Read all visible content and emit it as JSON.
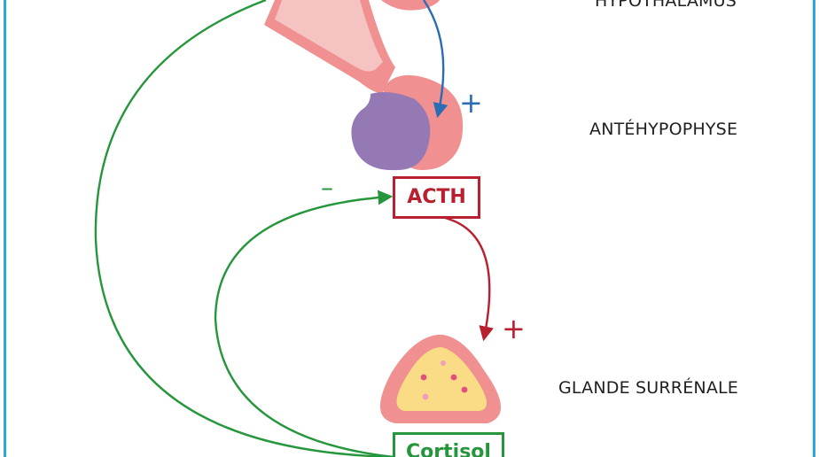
{
  "colors": {
    "frame": "#29a8e0",
    "stimulation_blue": "#2a6db5",
    "stimulation_red": "#b82030",
    "feedback_green": "#25963c",
    "pink": "#f09090",
    "light_pink": "#f6c3c3",
    "purple": "#9479b5",
    "yellow": "#f9dc85",
    "dot": "#e0507a",
    "text": "#1f1f1f"
  },
  "labels": {
    "hypothalamus": "HYPOTHALAMUS",
    "antehypophyse": "ANTÉHYPOPHYSE",
    "glande": "GLANDE SURRÉNALE"
  },
  "boxes": {
    "acth": "ACTH",
    "cortisol": "Cortisol"
  },
  "signs": {
    "plus_blue": "+",
    "plus_red": "+",
    "minus_green": "–"
  }
}
